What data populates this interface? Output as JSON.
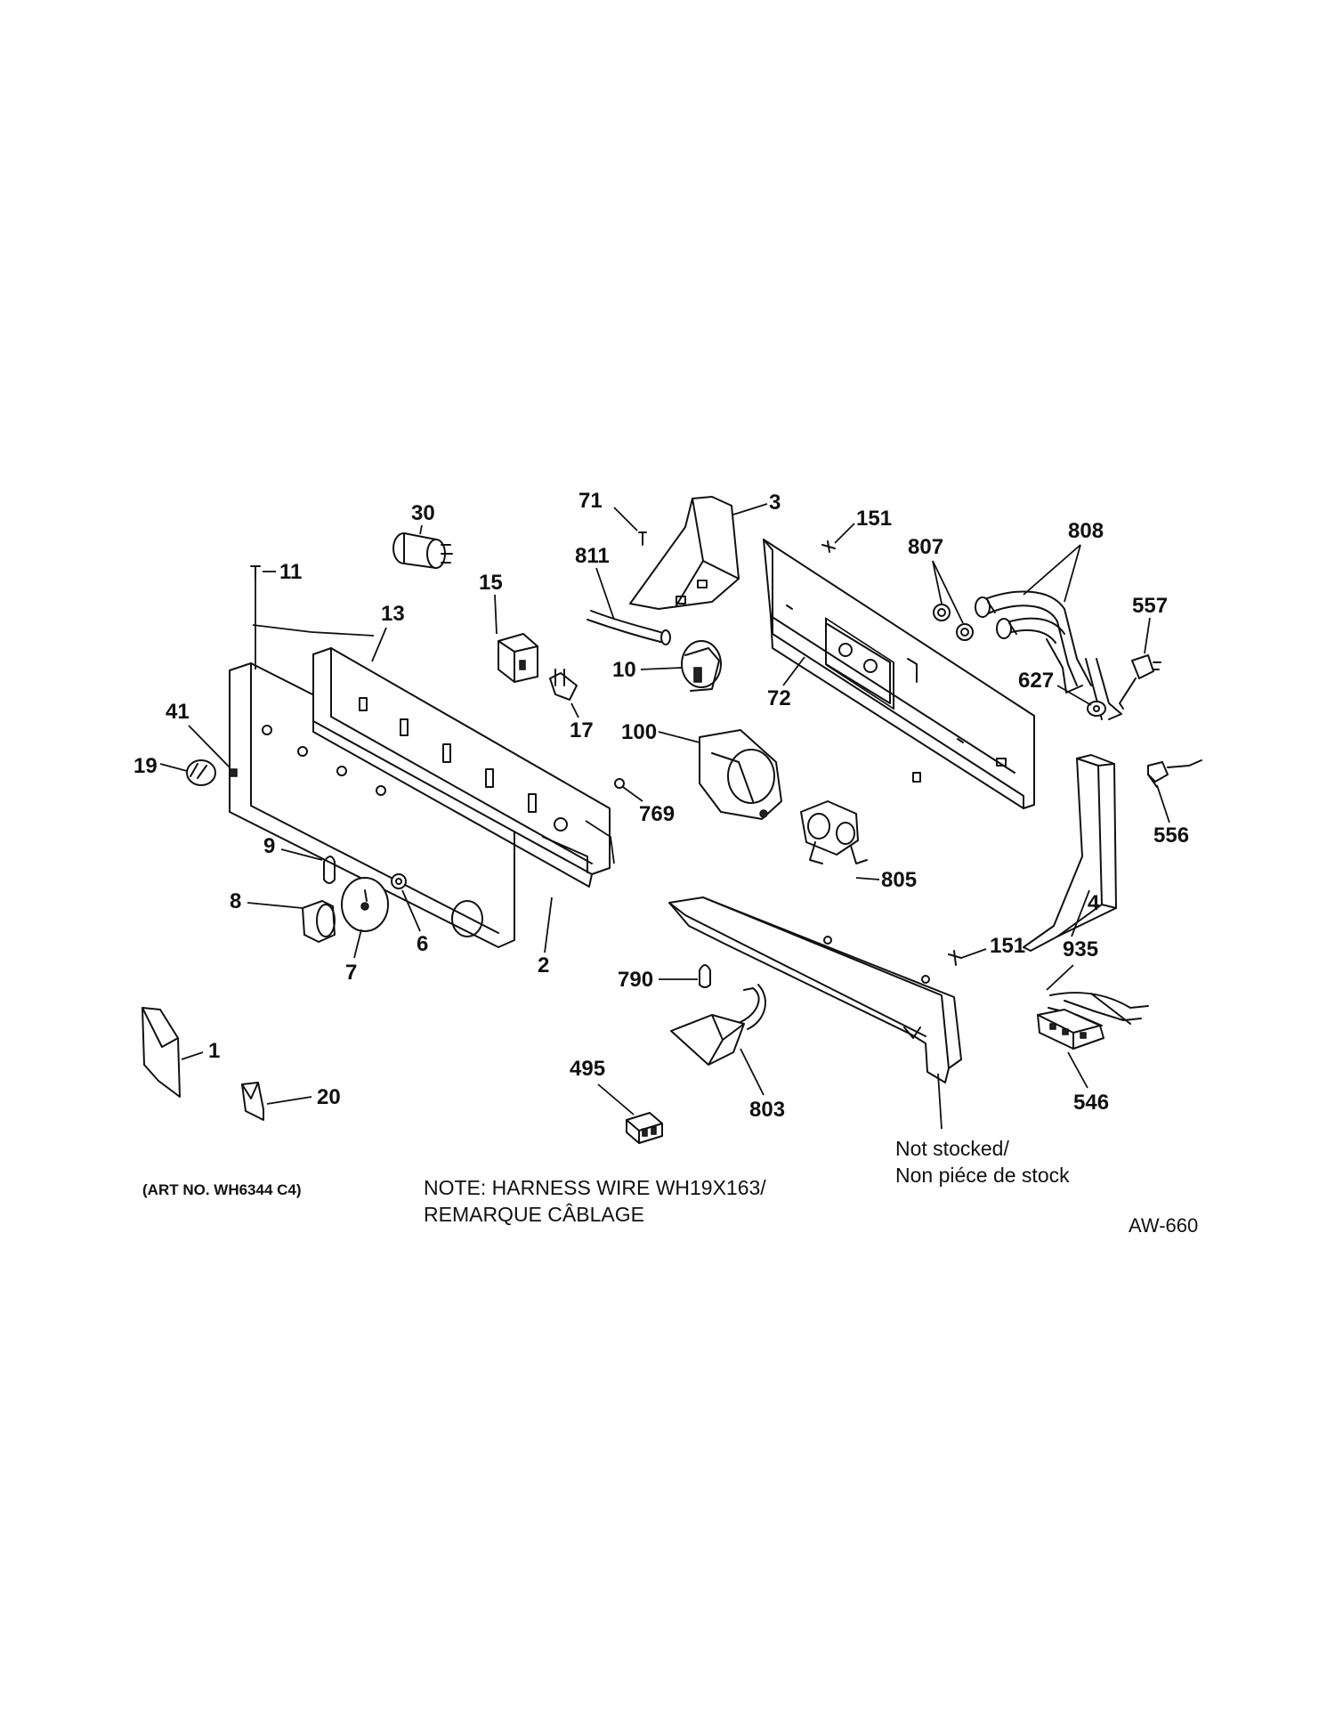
{
  "callouts": {
    "c30": "30",
    "c11": "11",
    "c13": "13",
    "c15": "15",
    "c41": "41",
    "c19": "19",
    "c9": "9",
    "c8": "8",
    "c7": "7",
    "c6": "6",
    "c2": "2",
    "c17": "17",
    "c71": "71",
    "c3": "3",
    "c811": "811",
    "c10": "10",
    "c100": "100",
    "c769": "769",
    "c151a": "151",
    "c807": "807",
    "c808": "808",
    "c557": "557",
    "c72": "72",
    "c627": "627",
    "c556": "556",
    "c805": "805",
    "c4": "4",
    "c151b": "151",
    "c935": "935",
    "c790": "790",
    "c803": "803",
    "c495": "495",
    "c546": "546",
    "c1": "1",
    "c20": "20"
  },
  "notes": {
    "art_no": "(ART NO. WH6344 C4)",
    "harness_line1": "NOTE: HARNESS WIRE WH19X163/",
    "harness_line2": "REMARQUE CÂBLAGE",
    "not_stocked_line1": "Not stocked/",
    "not_stocked_line2": "Non piéce de stock",
    "drawing_code": "AW-660"
  }
}
